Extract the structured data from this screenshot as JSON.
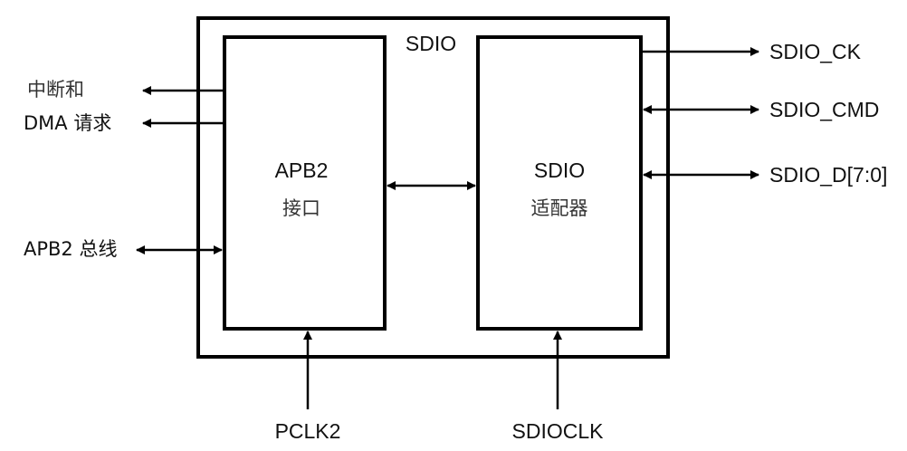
{
  "diagram": {
    "outer_label": "SDIO",
    "apb2_block": {
      "title": "APB2",
      "subtitle": "接口"
    },
    "sdio_block": {
      "title": "SDIO",
      "subtitle": "适配器"
    },
    "left_signals": {
      "interrupt_line1": "中断和",
      "interrupt_line2": "DMA 请求",
      "bus": "APB2 总线"
    },
    "right_signals": {
      "ck": "SDIO_CK",
      "cmd": "SDIO_CMD",
      "data": "SDIO_D[7:0]"
    },
    "bottom_signals": {
      "pclk": "PCLK2",
      "sdioclk": "SDIOCLK"
    },
    "colors": {
      "stroke": "#000000",
      "text": "#111111",
      "background": "#ffffff"
    }
  }
}
